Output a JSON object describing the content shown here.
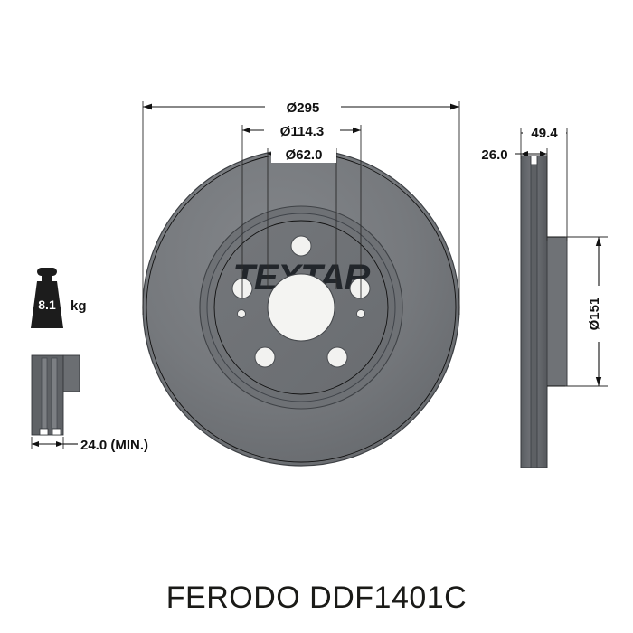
{
  "meta": {
    "drawing_type": "brake-disc-technical-drawing",
    "background_color": "#ffffff"
  },
  "colors": {
    "disc_face": "#75787c",
    "disc_hub": "#6e7175",
    "disc_dark": "#5d6064",
    "profile_dark": "#4a4d51",
    "profile_mid": "#6a6d71",
    "profile_light": "#8c8f93",
    "hole_fill": "#f4f4f2",
    "line": "#111111",
    "watermark": "#22262b",
    "brand_text": "#1a1a17",
    "weight_icon": "#1c1c1c"
  },
  "dimensions": {
    "outer_diameter": "Ø295",
    "bolt_circle": "Ø114.3",
    "center_bore": "Ø62.0",
    "overall_thickness": "49.4",
    "hub_offset": "26.0",
    "hub_diameter": "Ø151",
    "min_thickness": "24.0 (MIN.)"
  },
  "weight": {
    "value": "8.1",
    "unit": "kg"
  },
  "watermark": {
    "text": "TEXTAR"
  },
  "branding": {
    "manufacturer": "FERODO",
    "part_number": "DDF1401C",
    "full": "FERODO DDF1401C"
  }
}
